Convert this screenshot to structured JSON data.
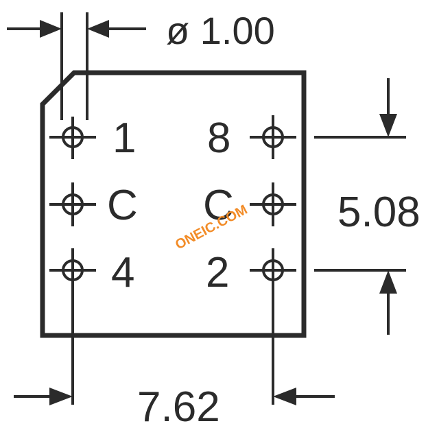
{
  "dimensions": {
    "hole_diameter": "ø 1.00",
    "pin_pitch_vertical": "5.08",
    "pin_pitch_horizontal": "7.62"
  },
  "pins": {
    "top_left": "1",
    "mid_left": "C",
    "bottom_left": "4",
    "top_right": "8",
    "mid_right": "C",
    "bottom_right": "2"
  },
  "watermark": "ONEIC.COM",
  "colors": {
    "ink": "#2b2b2b",
    "watermark": "#f28c28",
    "background": "#ffffff"
  }
}
